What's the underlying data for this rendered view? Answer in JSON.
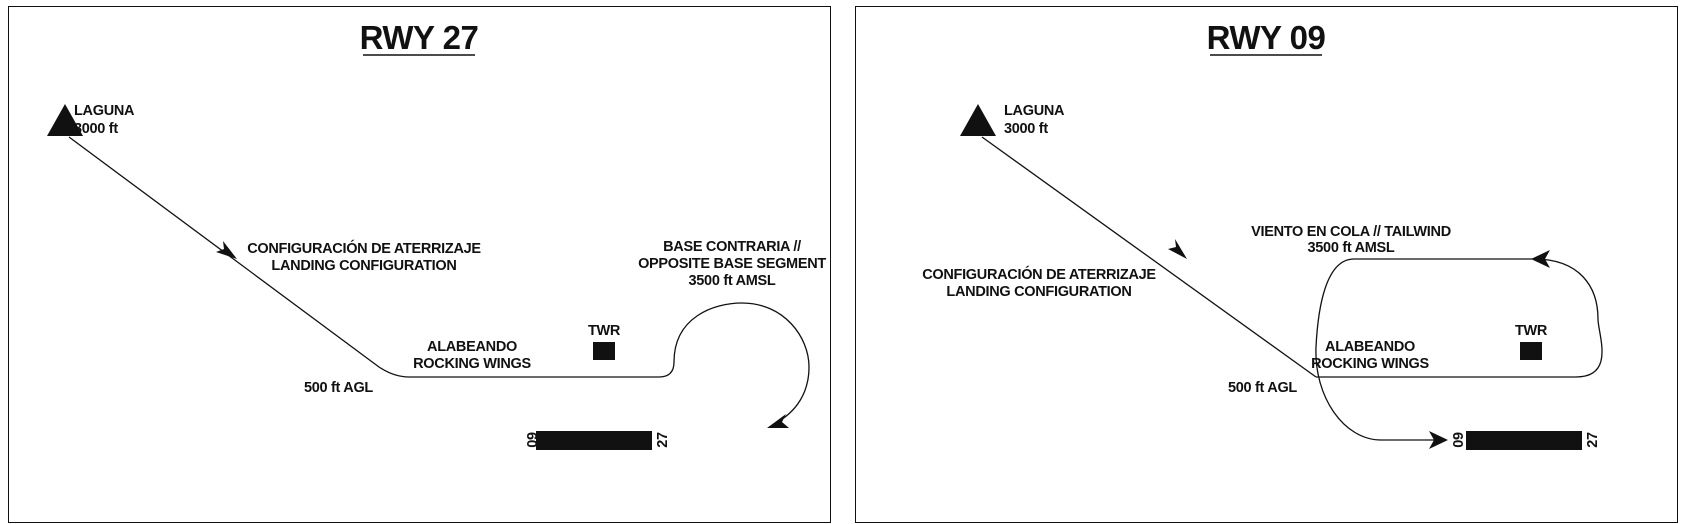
{
  "panels": [
    {
      "title": "RWY 27",
      "waypoint": {
        "name": "LAGUNA",
        "alt": "3000 ft"
      },
      "landing_cfg": [
        "CONFIGURACIÓN DE ATERRIZAJE",
        "LANDING CONFIGURATION"
      ],
      "rocking": [
        "ALABEANDO",
        "ROCKING WINGS"
      ],
      "agl": "500 ft AGL",
      "tower": "TWR",
      "segment": [
        "BASE CONTRARIA //",
        "OPPOSITE BASE SEGMENT",
        "3500 ft AMSL"
      ],
      "runway": {
        "left": "09",
        "right": "27"
      }
    },
    {
      "title": "RWY 09",
      "waypoint": {
        "name": "LAGUNA",
        "alt": "3000 ft"
      },
      "landing_cfg": [
        "CONFIGURACIÓN DE ATERRIZAJE",
        "LANDING CONFIGURATION"
      ],
      "rocking": [
        "ALABEANDO",
        "ROCKING WINGS"
      ],
      "agl": "500 ft AGL",
      "tower": "TWR",
      "segment": [
        "VIENTO EN COLA // TAILWIND",
        "3500 ft AMSL"
      ],
      "runway": {
        "left": "09",
        "right": "27"
      }
    }
  ],
  "colors": {
    "ink": "#111111",
    "background": "#ffffff"
  },
  "icons": [
    "waypoint-triangle-icon",
    "tower-icon",
    "runway-icon",
    "arrowhead-icon"
  ]
}
